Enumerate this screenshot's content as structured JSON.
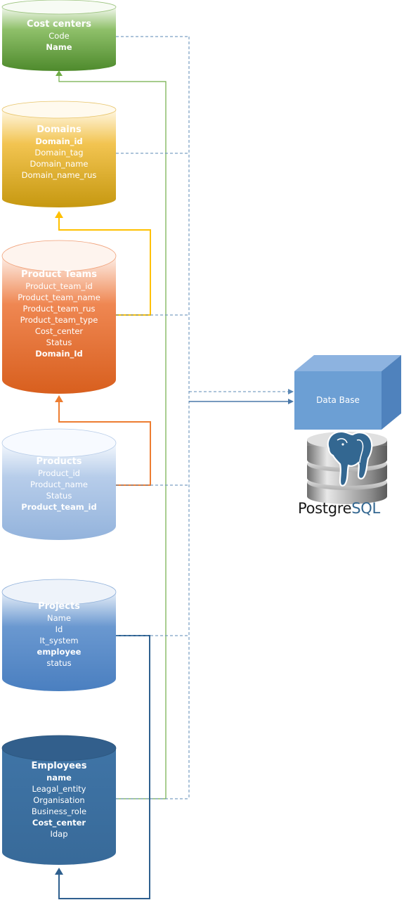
{
  "tables": [
    {
      "title": "Cost centers",
      "fields": [
        {
          "text": "Code",
          "bold": false
        },
        {
          "text": "Name",
          "bold": true
        }
      ]
    },
    {
      "title": "Domains",
      "fields": [
        {
          "text": "Domain_id",
          "bold": true
        },
        {
          "text": "Domain_tag",
          "bold": false
        },
        {
          "text": "Domain_name",
          "bold": false
        },
        {
          "text": "Domain_name_rus",
          "bold": false
        }
      ]
    },
    {
      "title": "Product Teams",
      "fields": [
        {
          "text": "Product_team_id",
          "bold": false
        },
        {
          "text": "Product_team_name",
          "bold": false
        },
        {
          "text": "Product_team_rus",
          "bold": false
        },
        {
          "text": "Product_team_type",
          "bold": false
        },
        {
          "text": "Cost_center",
          "bold": false
        },
        {
          "text": "Status",
          "bold": false
        },
        {
          "text": "Domain_Id",
          "bold": true
        }
      ]
    },
    {
      "title": "Products",
      "fields": [
        {
          "text": "Product_id",
          "bold": false
        },
        {
          "text": "Product_name",
          "bold": false
        },
        {
          "text": "Status",
          "bold": false
        },
        {
          "text": "Product_team_id",
          "bold": true
        }
      ]
    },
    {
      "title": "Projects",
      "fields": [
        {
          "text": "Name",
          "bold": false
        },
        {
          "text": "Id",
          "bold": false
        },
        {
          "text": "It_system",
          "bold": false
        },
        {
          "text": "employee",
          "bold": true
        },
        {
          "text": "status",
          "bold": false
        }
      ]
    },
    {
      "title": "Employees",
      "fields": [
        {
          "text": "name",
          "bold": true
        },
        {
          "text": "Leagal_entity",
          "bold": false
        },
        {
          "text": "Organisation",
          "bold": false
        },
        {
          "text": "Business_role",
          "bold": false
        },
        {
          "text": "Cost_center",
          "bold": true
        },
        {
          "text": "Idap",
          "bold": false
        }
      ]
    }
  ],
  "database": {
    "label": "Data Base"
  },
  "logo": {
    "word_part1": "Postgre",
    "word_part2": "SQL"
  },
  "colors": {
    "cost_centers": "#5e9638",
    "domains": "#d4a519",
    "product_teams": "#e4682b",
    "products": "#9cbbe0",
    "projects": "#4f84c4",
    "employees": "#3c6e9f",
    "green_line": "#70ad47",
    "yellow_line": "#ffc000",
    "orange_line": "#ed7d31",
    "dark_blue_line": "#2e5f8e",
    "dashed_line": "#5b88b5",
    "database_box": "#6c9fd4",
    "postgres_blue": "#336791"
  }
}
